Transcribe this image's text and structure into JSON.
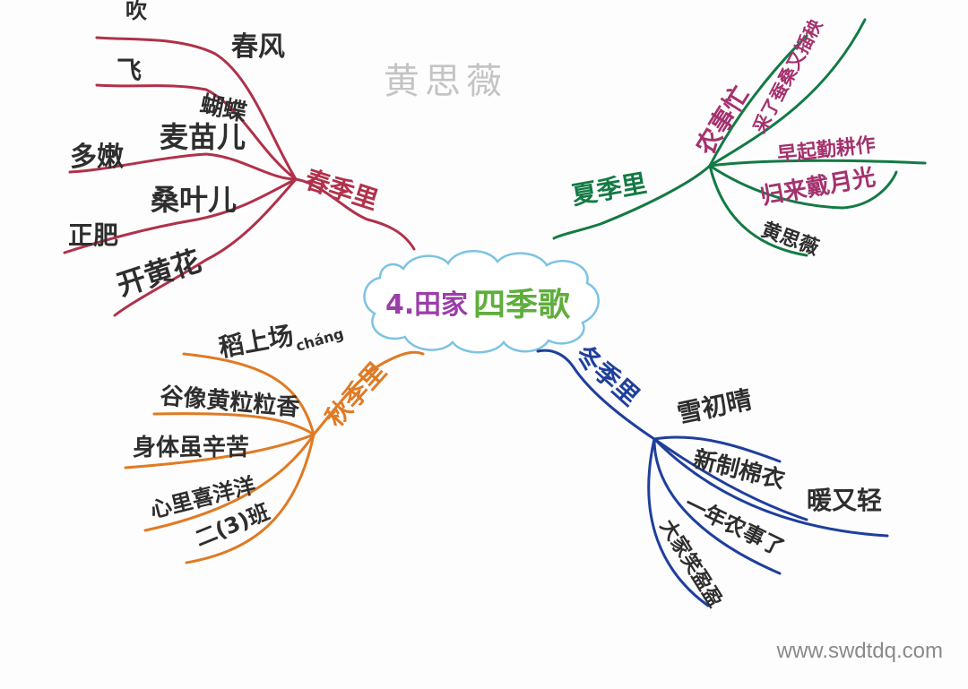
{
  "center": {
    "number": "4.",
    "title_a": "田家",
    "title_b": "四季歌"
  },
  "author_top": "黄思薇",
  "watermark": "www.swdtdq.com",
  "colors": {
    "spring": "#b0314a",
    "summer": "#137a44",
    "autumn": "#e07a24",
    "winter": "#1f3f9c",
    "ink": "#2e2e2e",
    "summer_leaf": "#a4326e",
    "cloud": "#7cc3e3",
    "center_green": "#5fae3c"
  },
  "spring": {
    "label": "春季里",
    "leaves": [
      "春风",
      "蝴蝶",
      "麦苗儿",
      "桑叶儿",
      "开黄花"
    ],
    "tails": [
      "吹",
      "飞",
      "多嫩",
      "正肥"
    ]
  },
  "summer": {
    "label": "夏季里",
    "leaves": [
      "农事忙",
      "采了蚕桑又插秧",
      "早起勤耕作",
      "归来戴月光",
      "黄思薇"
    ]
  },
  "autumn": {
    "label": "秋季里",
    "leaves": [
      "稻上场",
      "谷像黄粒粒香",
      "身体虽辛苦",
      "心里喜洋洋",
      "二(3)班"
    ],
    "pinyin": "cháng"
  },
  "winter": {
    "label": "冬季里",
    "leaves": [
      "雪初晴",
      "新制棉衣",
      "暖又轻",
      "一年农事了",
      "大家笑盈盈"
    ]
  }
}
